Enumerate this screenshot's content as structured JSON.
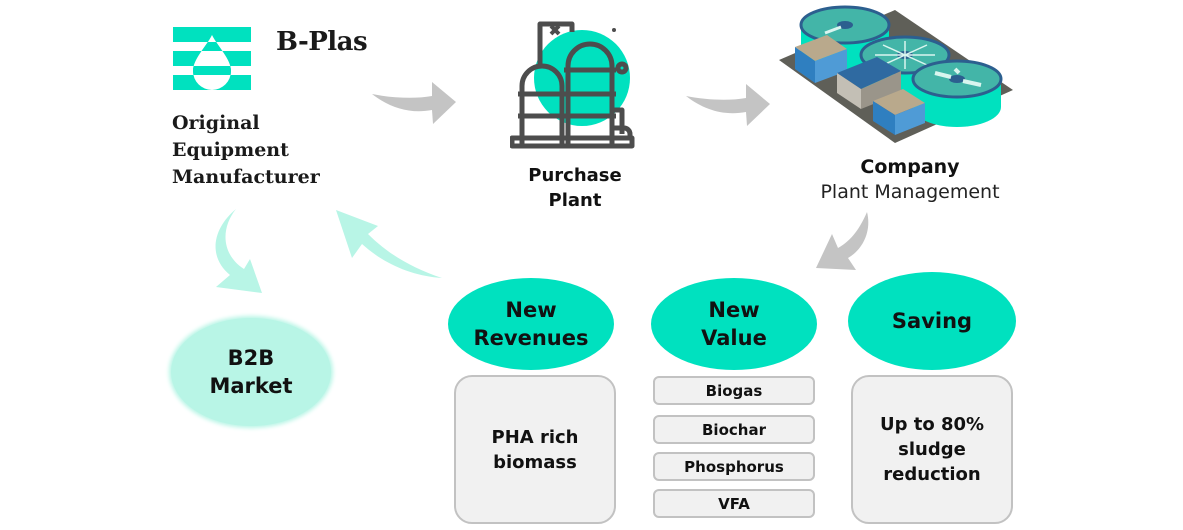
{
  "brand": {
    "name": "B-Plas",
    "subtitle_lines": [
      "Original",
      "Equipment",
      "Manufacturer"
    ],
    "logo_color": "#00e1bf"
  },
  "steps": {
    "purchase": {
      "lines": [
        "Purchase",
        "Plant"
      ],
      "icon": "refinery-tanks-icon"
    },
    "company": {
      "title": "Company",
      "subtitle": "Plant Management",
      "icon": "wastewater-treatment-plant-icon"
    }
  },
  "market": {
    "lines": [
      "B2B",
      "Market"
    ]
  },
  "benefits": [
    {
      "title_lines": [
        "New",
        "Revenues"
      ],
      "detail_lines": [
        "PHA rich",
        "biomass"
      ]
    },
    {
      "title_lines": [
        "New",
        "Value"
      ],
      "items": [
        "Biogas",
        "Biochar",
        "Phosphorus",
        "VFA"
      ]
    },
    {
      "title_lines": [
        "Saving"
      ],
      "detail_lines": [
        "Up to 80%",
        "sludge",
        "reduction"
      ]
    }
  ],
  "colors": {
    "accent": "#00e1bf",
    "accent_light": "#b8f5e6",
    "arrow_gray": "#c4c4c4",
    "card_bg": "#f1f1f1",
    "card_border": "#c2c2c2"
  }
}
